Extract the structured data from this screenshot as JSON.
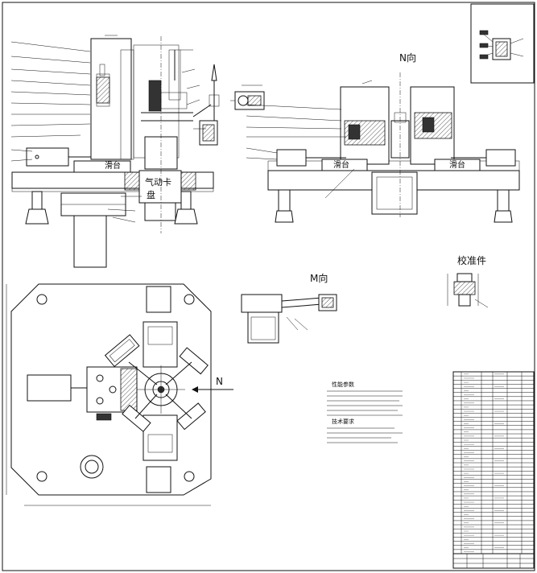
{
  "views": {
    "n_view_label": "N向",
    "m_view_label": "M向",
    "calibration_label": "校准件",
    "direction_marker": "N"
  },
  "front_view": {
    "slide_table_label": "滑台",
    "pneumatic_chuck_label": "气动卡",
    "pneumatic_chuck_label_2": "盘"
  },
  "side_view": {
    "slide_table_left": "滑台",
    "slide_table_right": "滑台"
  },
  "notes": {
    "spec_title": "性能参数",
    "tech_title": "技术要求"
  },
  "colors": {
    "line": "#111111",
    "background": "#ffffff"
  }
}
